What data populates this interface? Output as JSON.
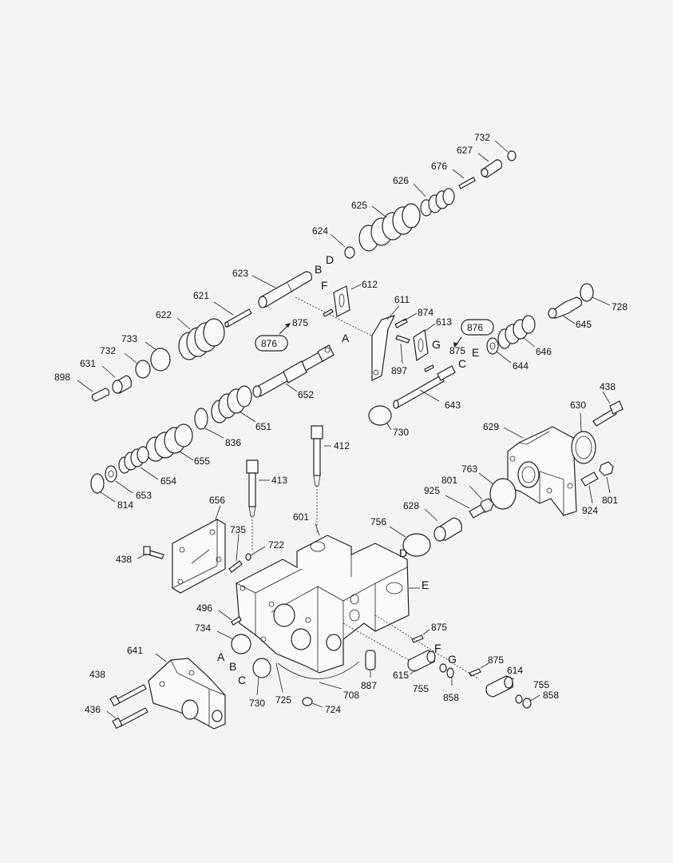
{
  "labels": {
    "p732a": "732",
    "p627": "627",
    "p676": "676",
    "p626": "626",
    "p625": "625",
    "p624": "624",
    "pD1": "D",
    "p623": "623",
    "pB1": "B",
    "pF1": "F",
    "p612": "612",
    "p621": "621",
    "p611": "611",
    "p874": "874",
    "p613": "613",
    "p876a": "876",
    "p876b": "876",
    "p875a": "875",
    "pA1": "A",
    "pG1": "G",
    "p875b": "875",
    "pE1": "E",
    "pC1": "C",
    "p622": "622",
    "p733": "733",
    "p732b": "732",
    "p631": "631",
    "p898": "898",
    "p897": "897",
    "p644": "644",
    "p646": "646",
    "p645": "645",
    "p728": "728",
    "p652": "652",
    "p643": "643",
    "p438a": "438",
    "p730a": "730",
    "p651": "651",
    "p836": "836",
    "p412": "412",
    "p655": "655",
    "p630": "630",
    "p629": "629",
    "p654": "654",
    "p413": "413",
    "p653": "653",
    "p814": "814",
    "p763": "763",
    "p801a": "801",
    "p925": "925",
    "p801b": "801",
    "p924": "924",
    "p656": "656",
    "p601": "601",
    "p628": "628",
    "p735": "735",
    "p756": "756",
    "pD2": "D",
    "p722": "722",
    "p438b": "438",
    "pE2": "E",
    "p496": "496",
    "p734": "734",
    "p875c": "875",
    "pF2": "F",
    "pA2": "A",
    "p641": "641",
    "pB2": "B",
    "p875d": "875",
    "pG2": "G",
    "p614": "614",
    "p615": "615",
    "pC2": "C",
    "p755a": "755",
    "p755b": "755",
    "p858a": "858",
    "p858b": "858",
    "p887": "887",
    "p438c": "438",
    "p708": "708",
    "p730b": "730",
    "p725": "725",
    "p724": "724",
    "p436": "436"
  }
}
